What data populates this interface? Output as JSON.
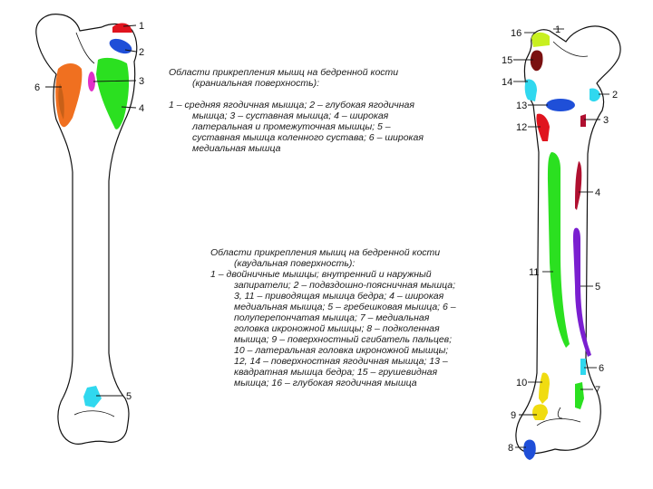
{
  "caption_cranial": {
    "title_line1": "Области прикрепления мышц на бедренной кости",
    "title_line2": "(краниальная поверхность):",
    "body_lines": [
      "1 – средняя ягодичная мышца; 2 – глубокая ягодичная",
      "мышца; 3 – суставная мышца; 4 – широкая",
      "латеральная и промежуточная мышцы; 5 –",
      "суставная мышца коленного сустава; 6 – широкая",
      "медиальная мышца"
    ]
  },
  "caption_caudal": {
    "title_line1": "Области прикрепления мышц на бедренной кости",
    "title_line2": "(каудальная поверхность):",
    "body_lines": [
      "1 – двойничные мышцы; внутренний и наружный",
      "запиратели; 2 – подвздошно-поясничная мышца;",
      "3, 11 – приводящая мышца бедра; 4 – широкая",
      "медиальная мышца; 5 – гребешковая мышца; 6 –",
      "полуперепончатая мышца; 7 – медиальная",
      "головка икроножной мышцы; 8 – подколенная",
      "мышца; 9 – поверхностный сгибатель пальцев;",
      "10 – латеральная головка икроножной мышцы;",
      "12, 14 – поверхностная ягодичная мышца; 13 –",
      "квадратная мышца бедра; 15 – грушевидная",
      "мышца; 16 – глубокая ягодичная мышца"
    ]
  },
  "left_labels": [
    "1",
    "2",
    "3",
    "4",
    "5",
    "6"
  ],
  "right_labels": [
    "1",
    "2",
    "3",
    "4",
    "5",
    "6",
    "7",
    "8",
    "9",
    "10",
    "11",
    "12",
    "13",
    "14",
    "15",
    "16"
  ],
  "colors": {
    "red": "#e0141e",
    "blue": "#1f4fd8",
    "magenta": "#e030c8",
    "green": "#2be020",
    "orange": "#f07020",
    "cyan": "#30d8ef",
    "yellowgreen": "#c8f020",
    "yellow": "#f0dc10",
    "darkred": "#7a1010",
    "purple": "#7a1fd0",
    "crimson": "#b01030"
  }
}
